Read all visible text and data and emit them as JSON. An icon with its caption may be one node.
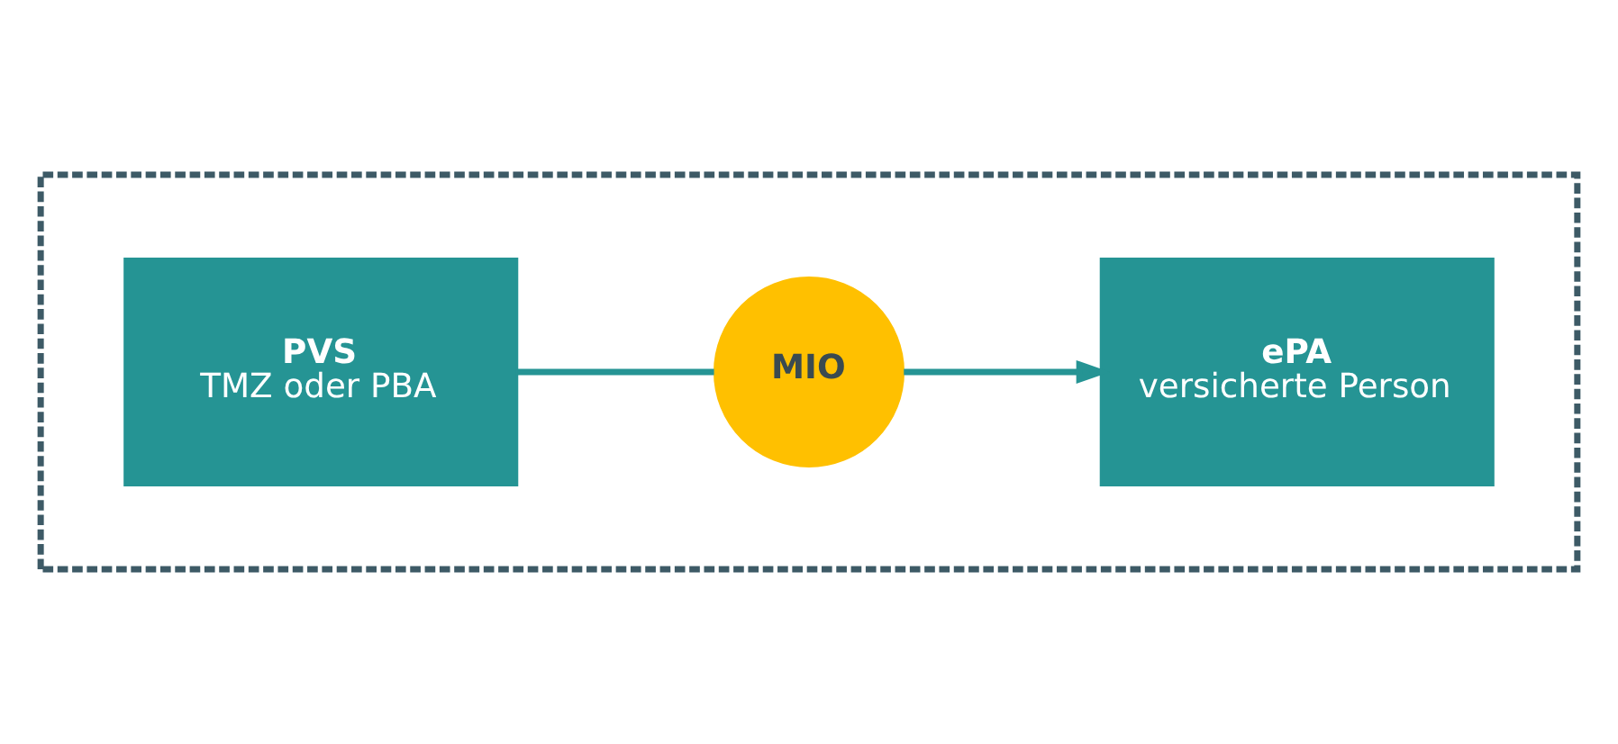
{
  "diagram": {
    "nodes": [
      {
        "text": [],
        "shape": "box"
      },
      {
        "text": [
          "PVS",
          "TMZ oder PBA"
        ],
        "in": 0
      },
      {
        "text": [
          "MIO"
        ],
        "in": 0
      },
      {
        "text": [
          "ePA",
          "versicherte Person"
        ],
        "in": 0
      }
    ],
    "edges": [
      {
        "from": 1,
        "to": 2,
        "arrow": "none"
      },
      {
        "from": 2,
        "to": 3,
        "arrow": "to"
      }
    ]
  }
}
